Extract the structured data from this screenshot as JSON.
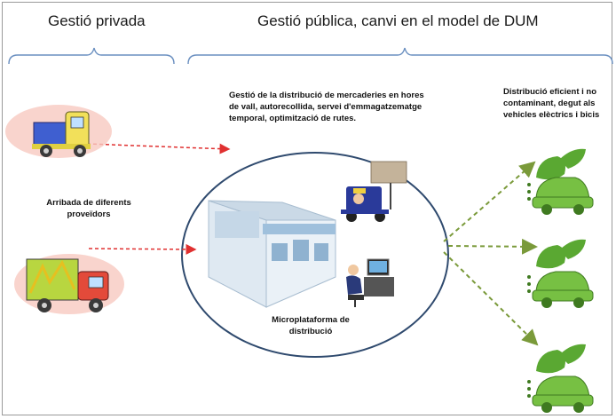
{
  "headers": {
    "private": "Gestió privada",
    "public": "Gestió pública, canvi en el model de DUM"
  },
  "texts": {
    "public_management_line1": "Gestió de la distribució de mercaderies en hores",
    "public_management_line2": "de vall, autorecollida,  servei d'emmagatzematge",
    "public_management_line3": "temporal, optimització de rutes.",
    "efficient_line1": "Distribució eficient i no",
    "efficient_line2": "contaminant, degut als",
    "efficient_line3": "vehicles elèctrics i bicis",
    "arrival_line1": "Arribada de diferents",
    "arrival_line2": "proveïdors",
    "platform_line1": "Microplataforma de",
    "platform_line2": "distribució"
  },
  "colors": {
    "brace": "#6a8fc0",
    "circle_border": "#2f4a6e",
    "red_arrow": "#e03030",
    "green_arrow": "#7a9a3a",
    "car_green": "#77c043",
    "leaf_green": "#5aa832"
  },
  "icons": [
    "delivery-truck-icon",
    "delivery-truck-icon",
    "warehouse-building-icon",
    "forklift-icon",
    "computer-worker-icon",
    "eco-electric-car-icon",
    "eco-electric-car-icon",
    "eco-electric-car-icon"
  ]
}
